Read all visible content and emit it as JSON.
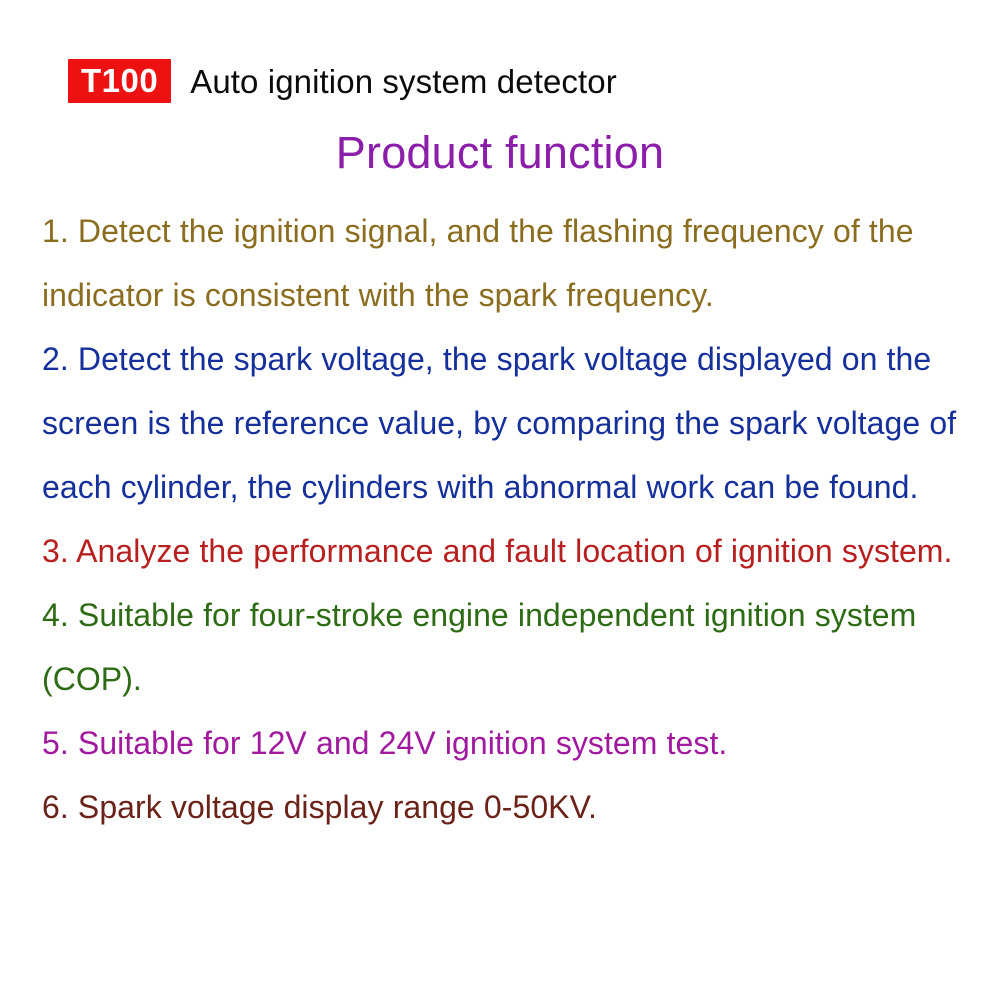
{
  "header": {
    "model_badge": "T100",
    "subtitle": "Auto ignition system detector",
    "badge_bg_color": "#ee1111",
    "badge_text_color": "#ffffff",
    "subtitle_color": "#0b0b0b"
  },
  "section": {
    "heading": "Product function",
    "heading_color": "#8b1fa9"
  },
  "features": [
    {
      "text": "1. Detect the ignition signal, and the flashing frequency of the indicator is consistent with the spark frequency.",
      "color": "#8b6d1f"
    },
    {
      "text": "2. Detect the spark voltage, the spark voltage displayed on the screen is the reference value, by comparing the spark voltage of each cylinder, the cylinders with abnormal work can be found.",
      "color": "#16309b"
    },
    {
      "text": "3. Analyze the performance and fault location of ignition system.",
      "color": "#b81f1f"
    },
    {
      "text": "4. Suitable for four-stroke engine independent ignition system (COP).",
      "color": "#2d6b14"
    },
    {
      "text": "5. Suitable for 12V and 24V ignition system test.",
      "color": "#a0199e"
    },
    {
      "text": "6. Spark voltage display range 0-50KV.",
      "color": "#6b2319"
    }
  ],
  "background_color": "#ffffff"
}
